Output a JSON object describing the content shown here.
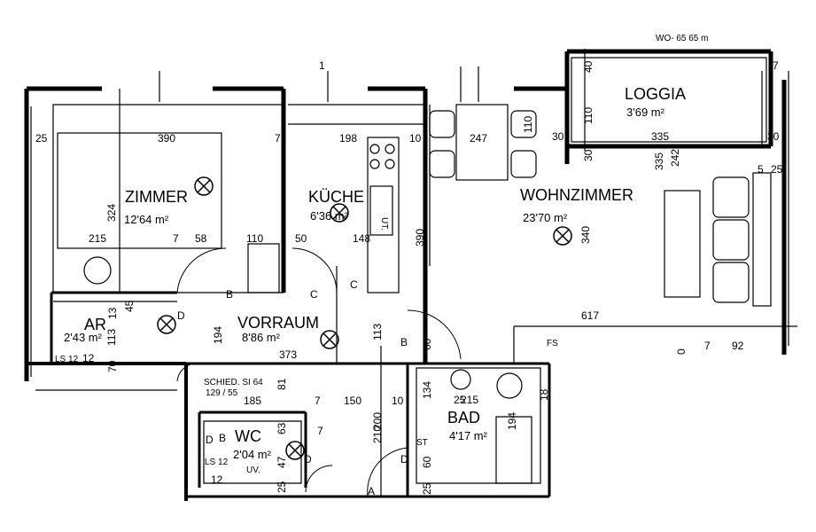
{
  "header": {
    "corner_text": "WO- 65 65 m"
  },
  "rooms": {
    "zimmer": {
      "name": "ZIMMER",
      "area": "12'64 m²"
    },
    "kueche": {
      "name": "KÜCHE",
      "area": "6'36 m²"
    },
    "wohnzimmer": {
      "name": "WOHNZIMMER",
      "area": "23'70 m²"
    },
    "loggia": {
      "name": "LOGGIA",
      "area": "3'69 m²"
    },
    "ar": {
      "name": "AR",
      "area": "2'43 m²"
    },
    "vorraum": {
      "name": "VORRAUM",
      "area": "8'86 m²"
    },
    "bad": {
      "name": "BAD",
      "area": "4'17 m²"
    },
    "wc": {
      "name": "WC",
      "area": "2'04 m²"
    }
  },
  "notes": {
    "schied_line1": "SCHIED. SI 64",
    "schied_line2": "129 / 55",
    "ls_12_top": "LS 12",
    "ls_12_wc": "LS 12",
    "uv": "UV.",
    "fs": "FS",
    "st": "ST",
    "ut": "UT."
  },
  "letters": {
    "b_vorraum": "B",
    "c_vorraum": "C",
    "c_kitchen_door": "C",
    "d_ar": "D",
    "b_bad": "B",
    "d_bad": "D",
    "a_bottom": "A",
    "d_wc": "D",
    "d_wc2": "D",
    "b_wc": "B"
  },
  "dimensions": [
    "390",
    "198",
    "247",
    "335",
    "25",
    "7",
    "10",
    "30",
    "30",
    "110",
    "40",
    "110",
    "7",
    "30",
    "335",
    "242",
    "5",
    "25",
    "324",
    "215",
    "7",
    "58",
    "110",
    "50",
    "148",
    "390",
    "340",
    "45",
    "113",
    "194",
    "113",
    "617",
    "60",
    "92",
    "7",
    "373",
    "185",
    "150",
    "10",
    "7",
    "81",
    "25",
    "215",
    "18",
    "134",
    "194",
    "200",
    "210",
    "63",
    "47",
    "25",
    "12",
    "60",
    "7",
    "12",
    "0",
    "70",
    "25",
    "13",
    "1"
  ]
}
